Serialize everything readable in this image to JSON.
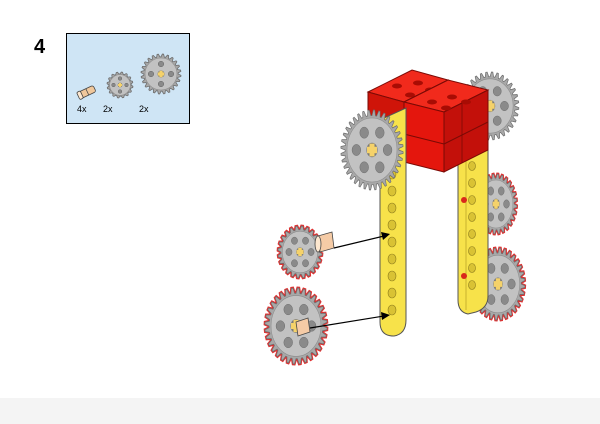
{
  "step": {
    "number": "4"
  },
  "parts_list": {
    "items": [
      {
        "name": "pin-peg",
        "qty": "4x"
      },
      {
        "name": "small-gear",
        "qty": "2x"
      },
      {
        "name": "large-gear",
        "qty": "2x"
      }
    ]
  },
  "colors": {
    "gear_gray": "#a8a8a8",
    "gear_outline": "#6e6e6e",
    "gear_highlight": "#e03030",
    "beam_yellow": "#f7e24a",
    "brick_red": "#e4160d",
    "parts_bg": "#cfe5f5",
    "peg_tan": "#f5cba6"
  }
}
